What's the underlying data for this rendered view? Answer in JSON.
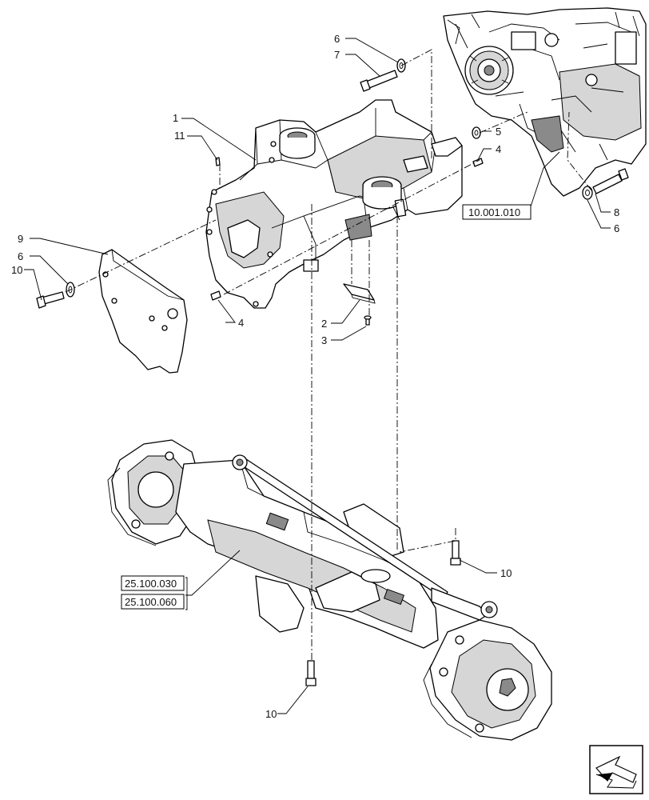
{
  "callouts": {
    "c1": "1",
    "c11": "11",
    "c9": "9",
    "c6_left": "6",
    "c10_left": "10",
    "c4_left": "4",
    "c6_top": "6",
    "c7": "7",
    "c5": "5",
    "c4_right": "4",
    "c2": "2",
    "c3": "3",
    "c8": "8",
    "c6_right": "6",
    "c10_right": "10",
    "c10_bottom": "10"
  },
  "references": {
    "engine_ref": "10.001.010",
    "axle_ref_1": "25.100.030",
    "axle_ref_2": "25.100.060"
  },
  "nav_icon": "next-page-arrow-icon"
}
